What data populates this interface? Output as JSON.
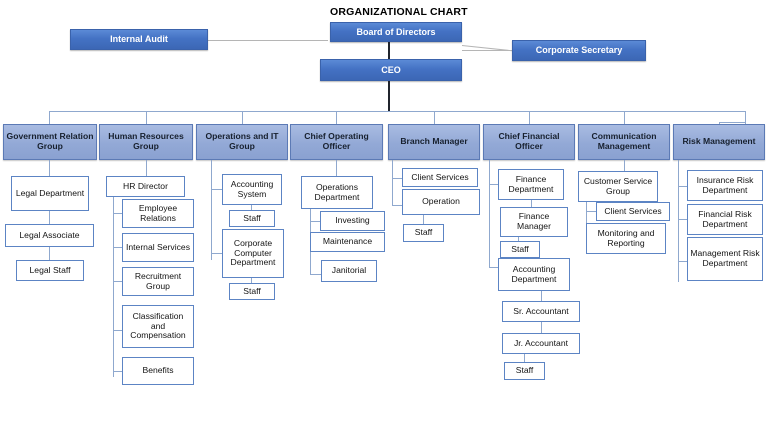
{
  "title": "ORGANIZATIONAL CHART",
  "colors": {
    "exec_fill": "#4472C4",
    "dept_fill": "#8FA9D8",
    "sub_fill": "#FFFFFF",
    "connector": "#8FA8CE",
    "stem": "#20242C",
    "side_connector": "#B5B5B5"
  },
  "executive": {
    "board": "Board of Directors",
    "ceo": "CEO",
    "internal_audit": "Internal Audit",
    "corporate_secretary": "Corporate Secretary"
  },
  "columns": [
    {
      "header": "Government Relation Group",
      "children": [
        "Legal Department",
        "Legal Associate",
        "Legal Staff"
      ]
    },
    {
      "header": "Human Resources Group",
      "children": [
        "HR Director",
        "Employee Relations",
        "Internal Services",
        "Recruitment Group",
        "Classification and Compensation",
        "Benefits"
      ]
    },
    {
      "header": "Operations and IT Group",
      "children": [
        "Accounting System",
        "Staff",
        "Corporate Computer Department",
        "Staff"
      ]
    },
    {
      "header": "Chief Operating Officer",
      "children": [
        "Operations Department",
        "Investing",
        "Maintenance",
        "Janitorial"
      ]
    },
    {
      "header": "Branch Manager",
      "children": [
        "Client Services",
        "Operation",
        "Staff"
      ]
    },
    {
      "header": "Chief Financial Officer",
      "children": [
        "Finance Department",
        "Finance Manager",
        "Staff",
        "Accounting Department",
        "Sr. Accountant",
        "Jr. Accountant",
        "Staff"
      ]
    },
    {
      "header": "Communication Management",
      "children": [
        "Customer Service Group",
        "Client Services",
        "Monitoring and Reporting"
      ]
    },
    {
      "header": "Risk Management",
      "children": [
        "Insurance Risk Department",
        "Financial Risk Department",
        "Management Risk Department"
      ]
    }
  ]
}
